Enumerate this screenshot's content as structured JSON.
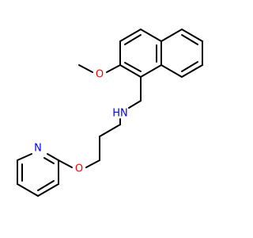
{
  "colors": {
    "bond": "#000000",
    "oxygen": "#ff0000",
    "nitrogen": "#0000ff",
    "background": "#ffffff"
  },
  "atoms": {
    "methoxy_oxygen": "O",
    "amine": "HN",
    "ether_oxygen": "O",
    "pyridine_nitrogen": "N"
  }
}
